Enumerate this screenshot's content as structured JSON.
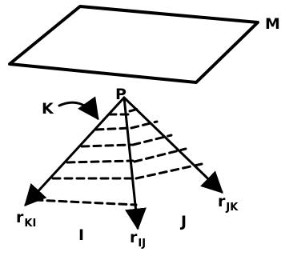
{
  "labels": {
    "plane": "M",
    "apex": "P",
    "face_k": "K",
    "face_i": "I",
    "face_j": "J",
    "ray_ki": {
      "base": "r",
      "sub": "KI"
    },
    "ray_ij": {
      "base": "r",
      "sub": "IJ"
    },
    "ray_jk": {
      "base": "r",
      "sub": "JK"
    }
  }
}
